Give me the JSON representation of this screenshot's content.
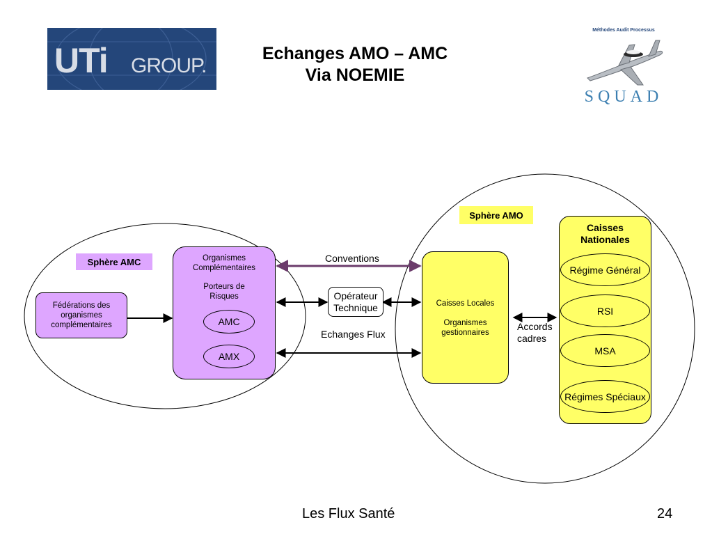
{
  "title": {
    "line1": "Echanges AMO – AMC",
    "line2": "Via NOEMIE"
  },
  "logo_left": {
    "text_main": "UTi",
    "text_group": "GROUP."
  },
  "logo_right": {
    "caption": "Méthodes Audit Processus",
    "wordmark": "SQUAD"
  },
  "amc_sphere": {
    "label": "Sphère AMC",
    "federations": "Fédérations des organismes complémentaires",
    "organismes": "Organismes Complémentaires",
    "porteurs": "Porteurs de Risques",
    "amc": "AMC",
    "amx": "AMX"
  },
  "middle": {
    "conventions": "Conventions",
    "operateur": "Opérateur Technique",
    "echanges": "Echanges Flux"
  },
  "amo_sphere": {
    "label": "Sphère AMO",
    "caisses_locales": "Caisses Locales",
    "gestionnaires": "Organismes gestionnaires",
    "accords": "Accords cadres",
    "nationales_title": "Caisses Nationales",
    "regimes": [
      "Régime Général",
      "RSI",
      "MSA",
      "Régimes Spéciaux"
    ]
  },
  "colors": {
    "amc_fill": "#dea6ff",
    "amo_fill": "#ffff66",
    "conventions_arrow": "#6b3b6b",
    "logo_blue": "#24467a"
  },
  "footer": {
    "caption": "Les Flux Santé",
    "page": "24"
  }
}
